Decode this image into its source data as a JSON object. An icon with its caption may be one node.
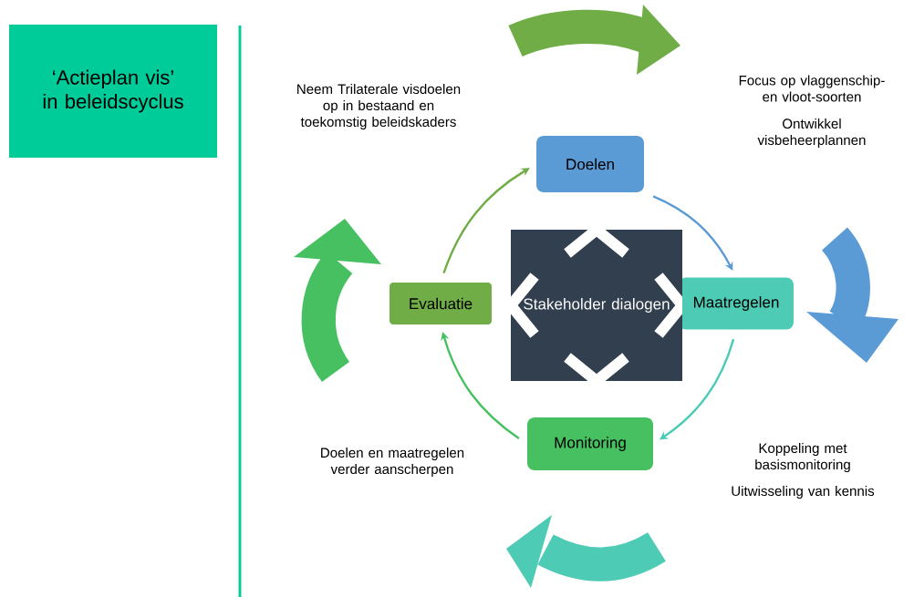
{
  "diagram": {
    "nodes": [
      {
        "text": [
          "‘Actieplan vis’ in beleidscyclus"
        ]
      },
      {
        "text": [
          "Doelen"
        ]
      },
      {
        "text": [
          "Maatregelen"
        ]
      },
      {
        "text": [
          "Monitoring"
        ]
      },
      {
        "text": [
          "Evaluatie"
        ]
      },
      {
        "text": [
          "Stakeholder dialogen"
        ]
      }
    ],
    "edges": [
      {
        "from": 1,
        "to": 2,
        "arrow": "to",
        "color": "#5b9bd5"
      },
      {
        "from": 2,
        "to": 3,
        "arrow": "to",
        "color": "#4ecbb4"
      },
      {
        "from": 3,
        "to": 4,
        "arrow": "to",
        "color": "#46c060"
      },
      {
        "from": 4,
        "to": 1,
        "arrow": "to",
        "color": "#70ad47"
      }
    ],
    "labels": [
      "Neem Trilaterale visdoelen op in bestaand en toekomstig beleidskaders",
      "Focus op vlaggenschip- en vloot-soorten",
      "Ontwikkel visbeheerplannen",
      "Doelen en maatregelen verder aanscherpen",
      "Koppeling met basismonitoring",
      "Uitwisseling van kennis"
    ]
  }
}
